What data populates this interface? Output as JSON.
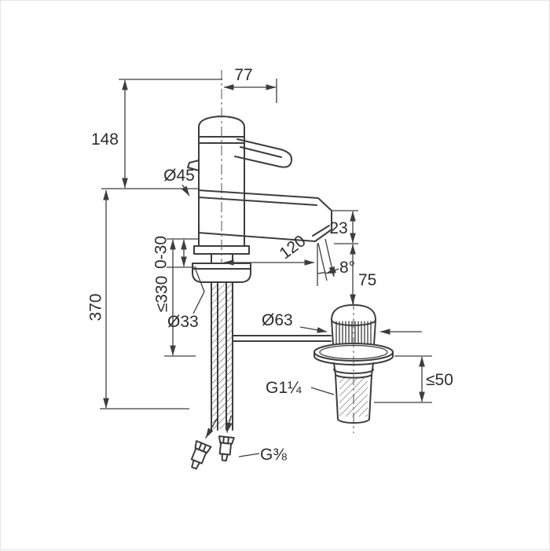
{
  "colors": {
    "line": "#3d3d3d",
    "background": "#ffffff"
  },
  "labels": {
    "top_width": "77",
    "upper_height": "148",
    "body_diameter": "Ø45",
    "mount_thickness": "0-30",
    "hose_length_max": "≤330",
    "overall_height": "370",
    "spout_projection": "120",
    "spout_end_height": "23",
    "stream_angle": "8°",
    "outlet_to_waste": "75",
    "mount_hole_diameter": "Ø33",
    "waste_flange_diameter": "Ø63",
    "waste_deck_max": "≤50",
    "waste_thread": "G1¼",
    "supply_thread": "G⅜"
  }
}
